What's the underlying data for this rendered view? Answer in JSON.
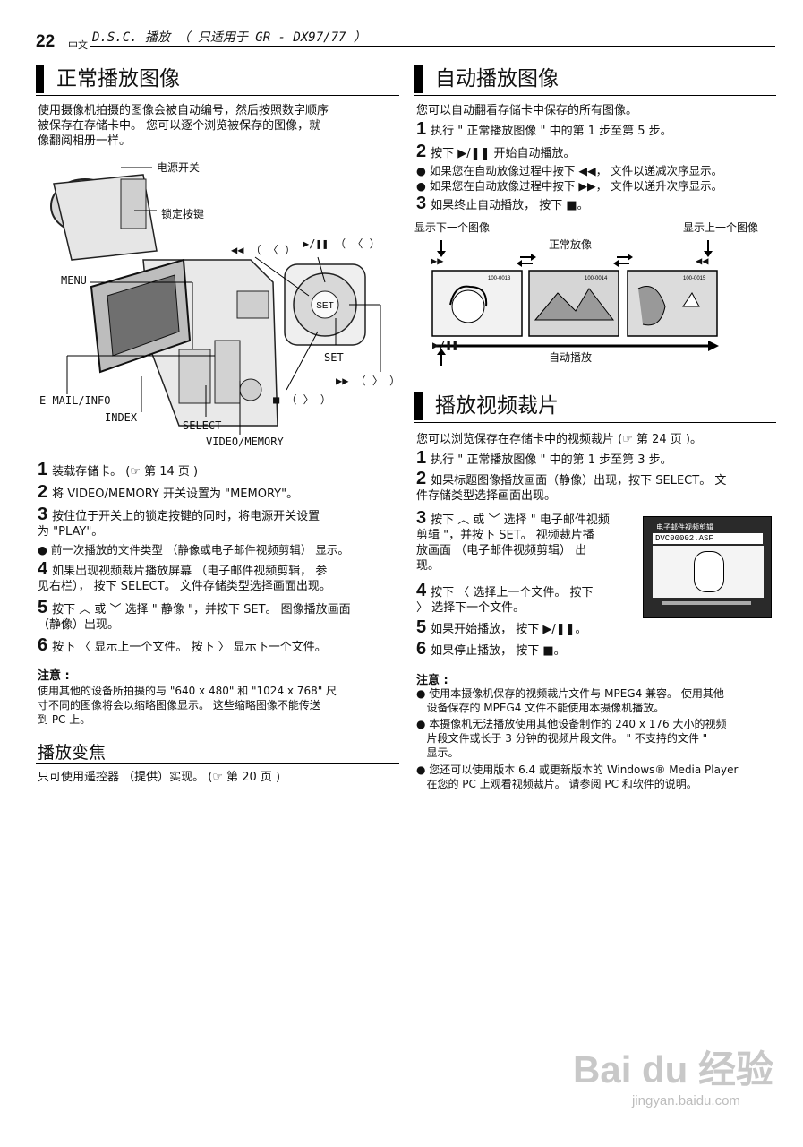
{
  "header": {
    "page_number": "22",
    "lang": "中文",
    "title": "D.S.C. 播放 （ 只适用于 GR - DX97/77 ）"
  },
  "left": {
    "section1": {
      "title": "正常播放图像",
      "intro": [
        "使用摄像机拍摄的图像会被自动编号，然后按照数字顺序",
        "被保存在存储卡中。 您可以逐个浏览被保存的图像，就",
        "像翻阅相册一样。"
      ],
      "diagram_labels": {
        "power": "电源开关",
        "lock": "锁定按键",
        "rew": "◀◀ （ 〈 ）",
        "play": "▶/❚❚ （ 〈 ）",
        "menu": "MENU",
        "set": "SET",
        "ff": "▶▶ （ 〉 ）",
        "stop": "■ （ 〉 ）",
        "email": "E-MAIL/INFO",
        "index": "INDEX",
        "select": "SELECT",
        "video": "VIDEO/MEMORY",
        "set_small": "SET"
      },
      "steps": [
        {
          "num": "1",
          "text": "装载存储卡。 (☞ 第 14 页 )"
        },
        {
          "num": "2",
          "text": "将 VIDEO/MEMORY 开关设置为 \"MEMORY\"。"
        },
        {
          "num": "3",
          "text": "按住位于开关上的锁定按键的同时，将电源开关设置",
          "text2": "为 \"PLAY\"。"
        },
        {
          "bullet": "前一次播放的文件类型 （静像或电子邮件视频剪辑） 显示。"
        },
        {
          "num": "4",
          "text": "如果出现视频裁片播放屏幕 （电子邮件视频剪辑， 参",
          "text2": "见右栏）， 按下 SELECT。 文件存储类型选择画面出现。"
        },
        {
          "num": "5",
          "text": "按下 ︿ 或 ﹀ 选择 \" 静像 \"，并按下 SET。 图像播放画面",
          "text2": "（静像）出现。"
        },
        {
          "num": "6",
          "text": "按下 〈 显示上一个文件。 按下 〉 显示下一个文件。"
        }
      ],
      "note_title": "注意 :",
      "note_lines": [
        "使用其他的设备所拍摄的与 \"640 x 480\" 和 \"1024 x 768\" 尺",
        "寸不同的图像将会以缩略图像显示。 这些缩略图像不能传送",
        "到 PC 上。"
      ]
    },
    "section2": {
      "title": "播放变焦",
      "text": "只可使用遥控器 （提供）实现。 (☞ 第 20 页 )"
    }
  },
  "right": {
    "section1": {
      "title": "自动播放图像",
      "intro": "您可以自动翻看存储卡中保存的所有图像。",
      "steps": [
        {
          "num": "1",
          "text": "执行 \" 正常播放图像 \" 中的第 1 步至第 5 步。"
        },
        {
          "num": "2",
          "text": "按下 ▶/❚❚ 开始自动播放。"
        }
      ],
      "bullets": [
        "如果您在自动放像过程中按下 ◀◀， 文件以递减次序显示。",
        "如果您在自动放像过程中按下 ▶▶， 文件以递升次序显示。"
      ],
      "step3": {
        "num": "3",
        "text": "如果终止自动播放， 按下 ■。"
      },
      "diagram": {
        "next_label": "显示下一个图像",
        "prev_label": "显示上一个图像",
        "normal_label": "正常放像",
        "auto_label": "自动播放",
        "file1": "100-0013",
        "file2": "100-0014",
        "file3": "100-0015",
        "ff_sym": "▶▶",
        "rew_sym": "◀◀",
        "play_sym": "▶/❚❚"
      }
    },
    "section2": {
      "title": "播放视频裁片",
      "intro": "您可以浏览保存在存储卡中的视频裁片 (☞ 第 24 页 )。",
      "steps": [
        {
          "num": "1",
          "text": "执行 \" 正常播放图像 \" 中的第 1 步至第 3 步。"
        },
        {
          "num": "2",
          "text": "如果标题图像播放画面（静像）出现，按下 SELECT。 文",
          "text2": "件存储类型选择画面出现。"
        }
      ],
      "step3_lines": [
        "按下 ︿ 或 ﹀ 选择 \" 电子邮件视频",
        "剪辑 \"，并按下 SET。 视频裁片播",
        "放画面 （电子邮件视频剪辑） 出",
        "现。"
      ],
      "step4_lines": [
        "按下 〈 选择上一个文件。 按下",
        "〉 选择下一个文件。"
      ],
      "screen": {
        "title": "电子邮件视频剪辑",
        "file": "DVC00002.ASF"
      },
      "steps_b": [
        {
          "num": "5",
          "text": "如果开始播放， 按下 ▶/❚❚。"
        },
        {
          "num": "6",
          "text": "如果停止播放， 按下 ■。"
        }
      ],
      "note_title": "注意 :",
      "notes": [
        [
          "使用本摄像机保存的视频裁片文件与 MPEG4 兼容。 使用其他",
          "设备保存的 MPEG4 文件不能使用本摄像机播放。"
        ],
        [
          "本摄像机无法播放使用其他设备制作的 240 x 176 大小的视频",
          "片段文件或长于 3 分钟的视频片段文件。 \" 不支持的文件 \"",
          "显示。"
        ],
        [
          "您还可以使用版本 6.4 或更新版本的 Windows® Media Player",
          "在您的 PC 上观看视频裁片。 请参阅 PC 和软件的说明。"
        ]
      ]
    }
  },
  "watermark": {
    "logo": "Bai du 经验",
    "url": "jingyan.baidu.com"
  }
}
